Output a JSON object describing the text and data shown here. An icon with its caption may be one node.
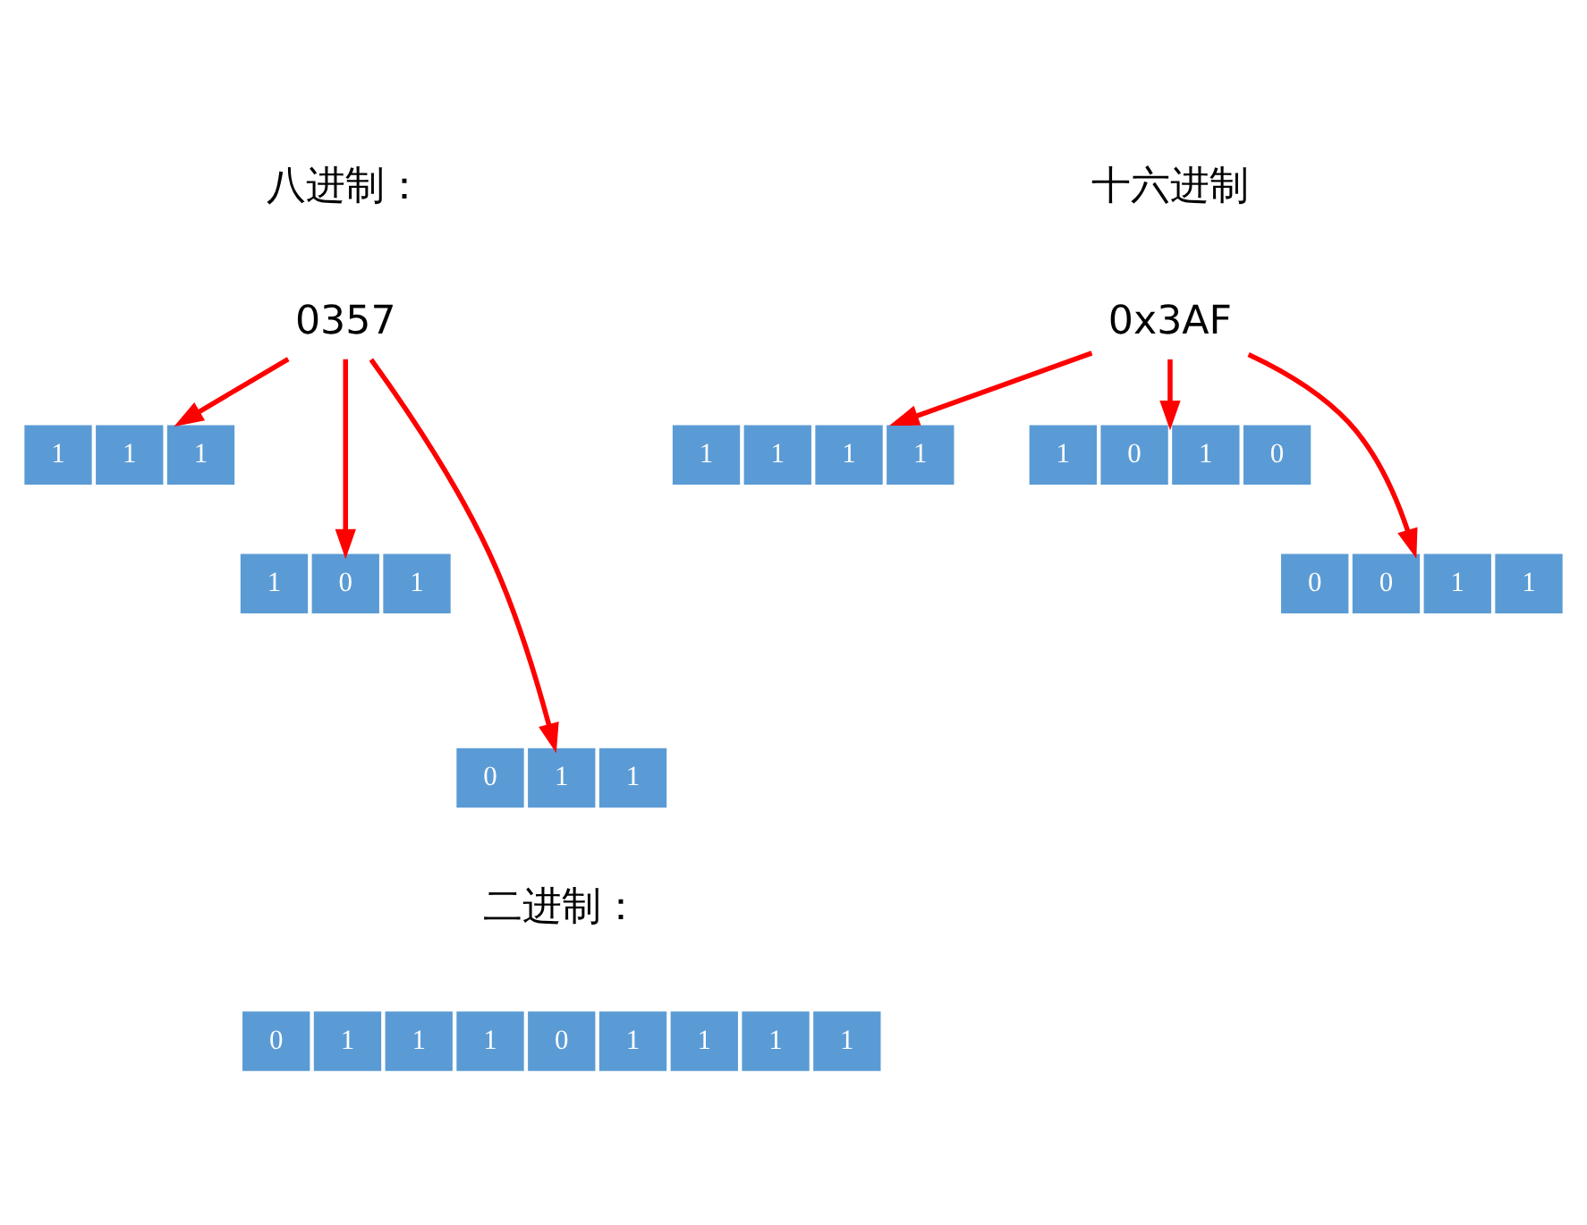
{
  "diagram": {
    "nodes": [
      {
        "text": [
          "0357"
        ]
      },
      {
        "text": [
          "0x3AF"
        ]
      },
      {
        "text": [
          "1",
          "1",
          "1"
        ]
      },
      {
        "text": [
          "1",
          "1",
          "1",
          "1"
        ]
      },
      {
        "text": [
          "1",
          "0",
          "1",
          "0"
        ]
      },
      {
        "text": [
          "0",
          "0",
          "1",
          "1"
        ]
      },
      {
        "text": [
          "1",
          "0",
          "1"
        ]
      },
      {
        "text": [
          "0",
          "1",
          "1"
        ]
      },
      {
        "text": [
          "0",
          "1",
          "1",
          "1",
          "0",
          "1",
          "1",
          "1",
          "1"
        ]
      }
    ],
    "edges": [
      {
        "from": 0,
        "to": 2,
        "arrow": "to"
      },
      {
        "from": 0,
        "to": 6,
        "arrow": "to"
      },
      {
        "from": 0,
        "to": 7,
        "arrow": "to"
      },
      {
        "from": 1,
        "to": 5,
        "arrow": "to"
      },
      {
        "from": 1,
        "to": 4,
        "arrow": "to"
      },
      {
        "from": 1,
        "to": 3,
        "arrow": "to"
      }
    ],
    "labels": [
      "八进制：",
      "十六进制",
      "二进制："
    ]
  }
}
